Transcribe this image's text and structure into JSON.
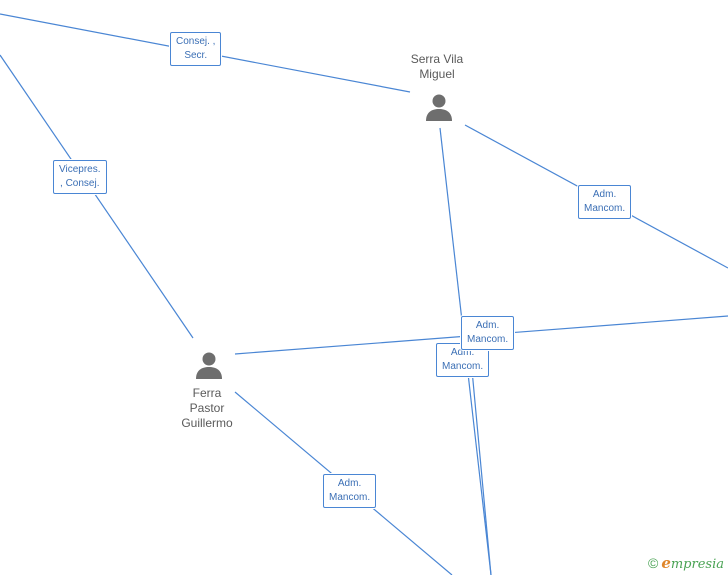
{
  "nodes": [
    {
      "id": "serra",
      "name_lines": [
        "Serra Vila",
        "Miguel"
      ]
    },
    {
      "id": "ferra",
      "name_lines": [
        "Ferra",
        "Pastor",
        "Guillermo"
      ]
    }
  ],
  "relations": [
    {
      "id": "rel1",
      "lines": [
        "Consej. ,",
        "Secr."
      ]
    },
    {
      "id": "rel2",
      "lines": [
        "Vicepres.",
        ", Consej."
      ]
    },
    {
      "id": "rel3",
      "lines": [
        "Adm.",
        "Mancom."
      ]
    },
    {
      "id": "rel4",
      "lines": [
        "Adm.",
        "Mancom."
      ]
    },
    {
      "id": "rel5",
      "lines": [
        "Adm.",
        "Mancom."
      ]
    },
    {
      "id": "rel6",
      "lines": [
        "Adm.",
        "Mancom."
      ]
    }
  ],
  "brand": {
    "copyright_symbol": "©",
    "logo_initial": "e",
    "logo_rest": "mpresia"
  },
  "colors": {
    "edge": "#4a86d4",
    "person_icon": "#6e6e6e",
    "brand_green": "#4aa354",
    "brand_orange": "#e0862a"
  }
}
